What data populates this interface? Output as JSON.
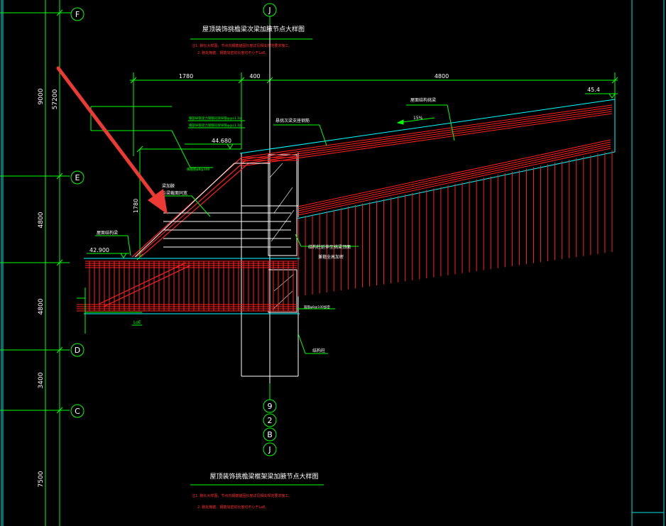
{
  "drawing": {
    "title_top": "屋顶装饰挑檐梁次梁加腋节点大样图",
    "note_top_1": "注1. 腋长大样图，节点内钢筋锚固长度详见相关规范要求施工。",
    "note_top_2": "2. 腋处箍筋、钢筋加密的长度均不小于LaE。",
    "title_bottom": "屋顶装饰挑檐梁框架梁加腋节点大样图",
    "note_bottom_1": "注1. 腋长大样图，节点内钢筋锚固长度详见相关规范要求施工。",
    "note_bottom_2": "2. 腋处箍筋、钢筋加密的长度均不小于LaE。"
  },
  "axes": {
    "F": "F",
    "E": "E",
    "D": "D",
    "C": "C",
    "J_top": "J",
    "stack": [
      "9",
      "2",
      "B",
      "J"
    ]
  },
  "dimensions": {
    "total": "57200",
    "seg1": "9000",
    "seg2": "4800",
    "seg3": "4800",
    "seg4": "3400",
    "seg5": "7500",
    "top_1": "1780",
    "top_2": "400",
    "top_3": "4800",
    "vertical_1780": "1780"
  },
  "elevations": {
    "right": "45.4",
    "mid": "44.680",
    "left": "42.900"
  },
  "labels": {
    "roof_beam_right": "屋面结构挑梁",
    "slope": "15%",
    "beam_support": "悬挑次梁支座钢筋",
    "green_note_1": "腋部纵筋受力钢筋同梁纵筋φ@L1.1b",
    "green_note_2": "腋部纵筋受力钢筋同梁纵筋φ@L1.1b",
    "green_note_3": "腋箍筋φ8@100",
    "haunch": "梁加腋",
    "haunch_2": "与梁截面同宽",
    "roof_beam_left": "屋面结构梁",
    "col_note_1": "结构柱延伸至挑梁顶面",
    "col_note_2": "兼箍全高加密",
    "col_stirrup": "箍筋φ8@100加密",
    "column": "结构柱",
    "loe": "LoE"
  },
  "colors": {
    "background": "#000000",
    "cyan": "#00ffff",
    "green": "#00ff00",
    "red": "#ff2020",
    "white": "#ffffff",
    "yellow": "#ffff00",
    "arrow": "#ee3a34"
  }
}
